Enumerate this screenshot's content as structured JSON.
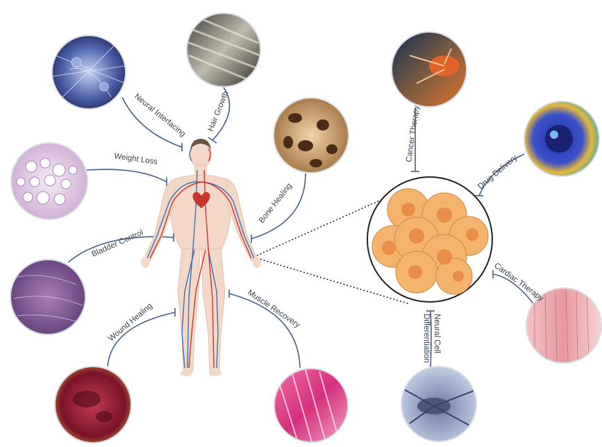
{
  "diagram": {
    "applications": {
      "neural_interfacing": "Neural Interfacing",
      "hair_growth": "Hair Growth",
      "weight_loss": "Weight Loss",
      "bone_healing": "Bone Healing",
      "bladder_control": "Bladder Control",
      "wound_healing": "Wound Healing",
      "muscle_recovery": "Muscle Recovery",
      "cancer_therapy": "Cancer Therapy",
      "drug_delivery": "Drug Delivery",
      "cardiac_therapy": "Cardiac Therapy",
      "neural_cell_line1": "Neural Cell",
      "neural_cell_line2": "Differentiation"
    },
    "colors": {
      "arrow": "#3f5f8c",
      "circle_border": "#d9dde3",
      "skin": "#f3d8c7",
      "vein": "#3a6fb5",
      "artery": "#c9342c",
      "stem_cell_fill": "#f4b46d",
      "stem_cell_nucleus": "#e88a45"
    }
  }
}
